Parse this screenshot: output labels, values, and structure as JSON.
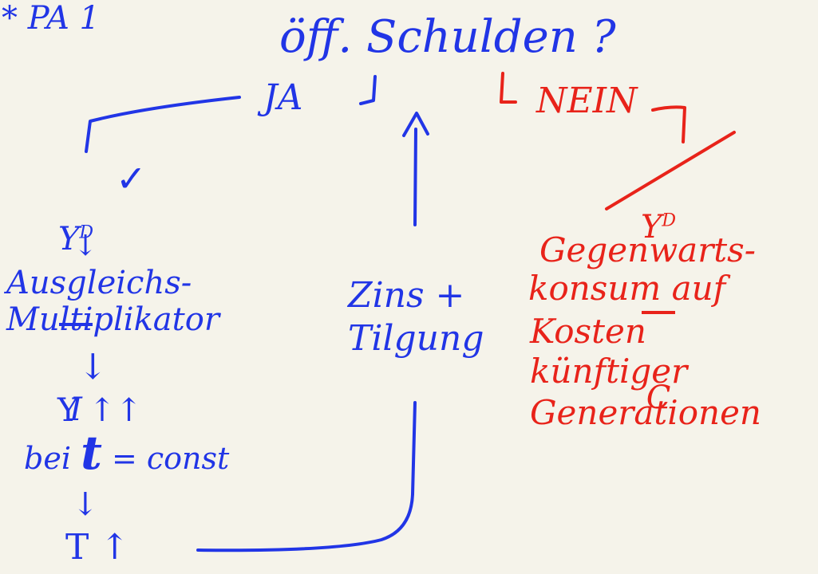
{
  "colors": {
    "background": "#f5f3ea",
    "blue_ink": "#2135e6",
    "red_ink": "#e8231a"
  },
  "heading": "* PA 1",
  "question": "öff. Schulden ?",
  "yes": "JA",
  "no": "NEIN",
  "yes_branch": {
    "y_over_i": {
      "top": "Y",
      "sup": "D",
      "bottom": "I"
    },
    "check": "✓",
    "arrow": "↓",
    "multiplier": [
      "Ausgleichs-",
      "Multiplikator"
    ],
    "y_up": "Y ↑↑",
    "t_const": {
      "prefix": "bei",
      "var": "t",
      "rest": "= const"
    },
    "t_up": "T ↑"
  },
  "interest_repayment": [
    "Zins +",
    "Tilgung"
  ],
  "no_branch": {
    "y_over_c": {
      "top": "Y",
      "sup": "D",
      "bottom": "C"
    },
    "burden_text": [
      "Gegenwarts-",
      "konsum auf",
      "Kosten",
      "künftiger",
      "Generationen"
    ]
  }
}
